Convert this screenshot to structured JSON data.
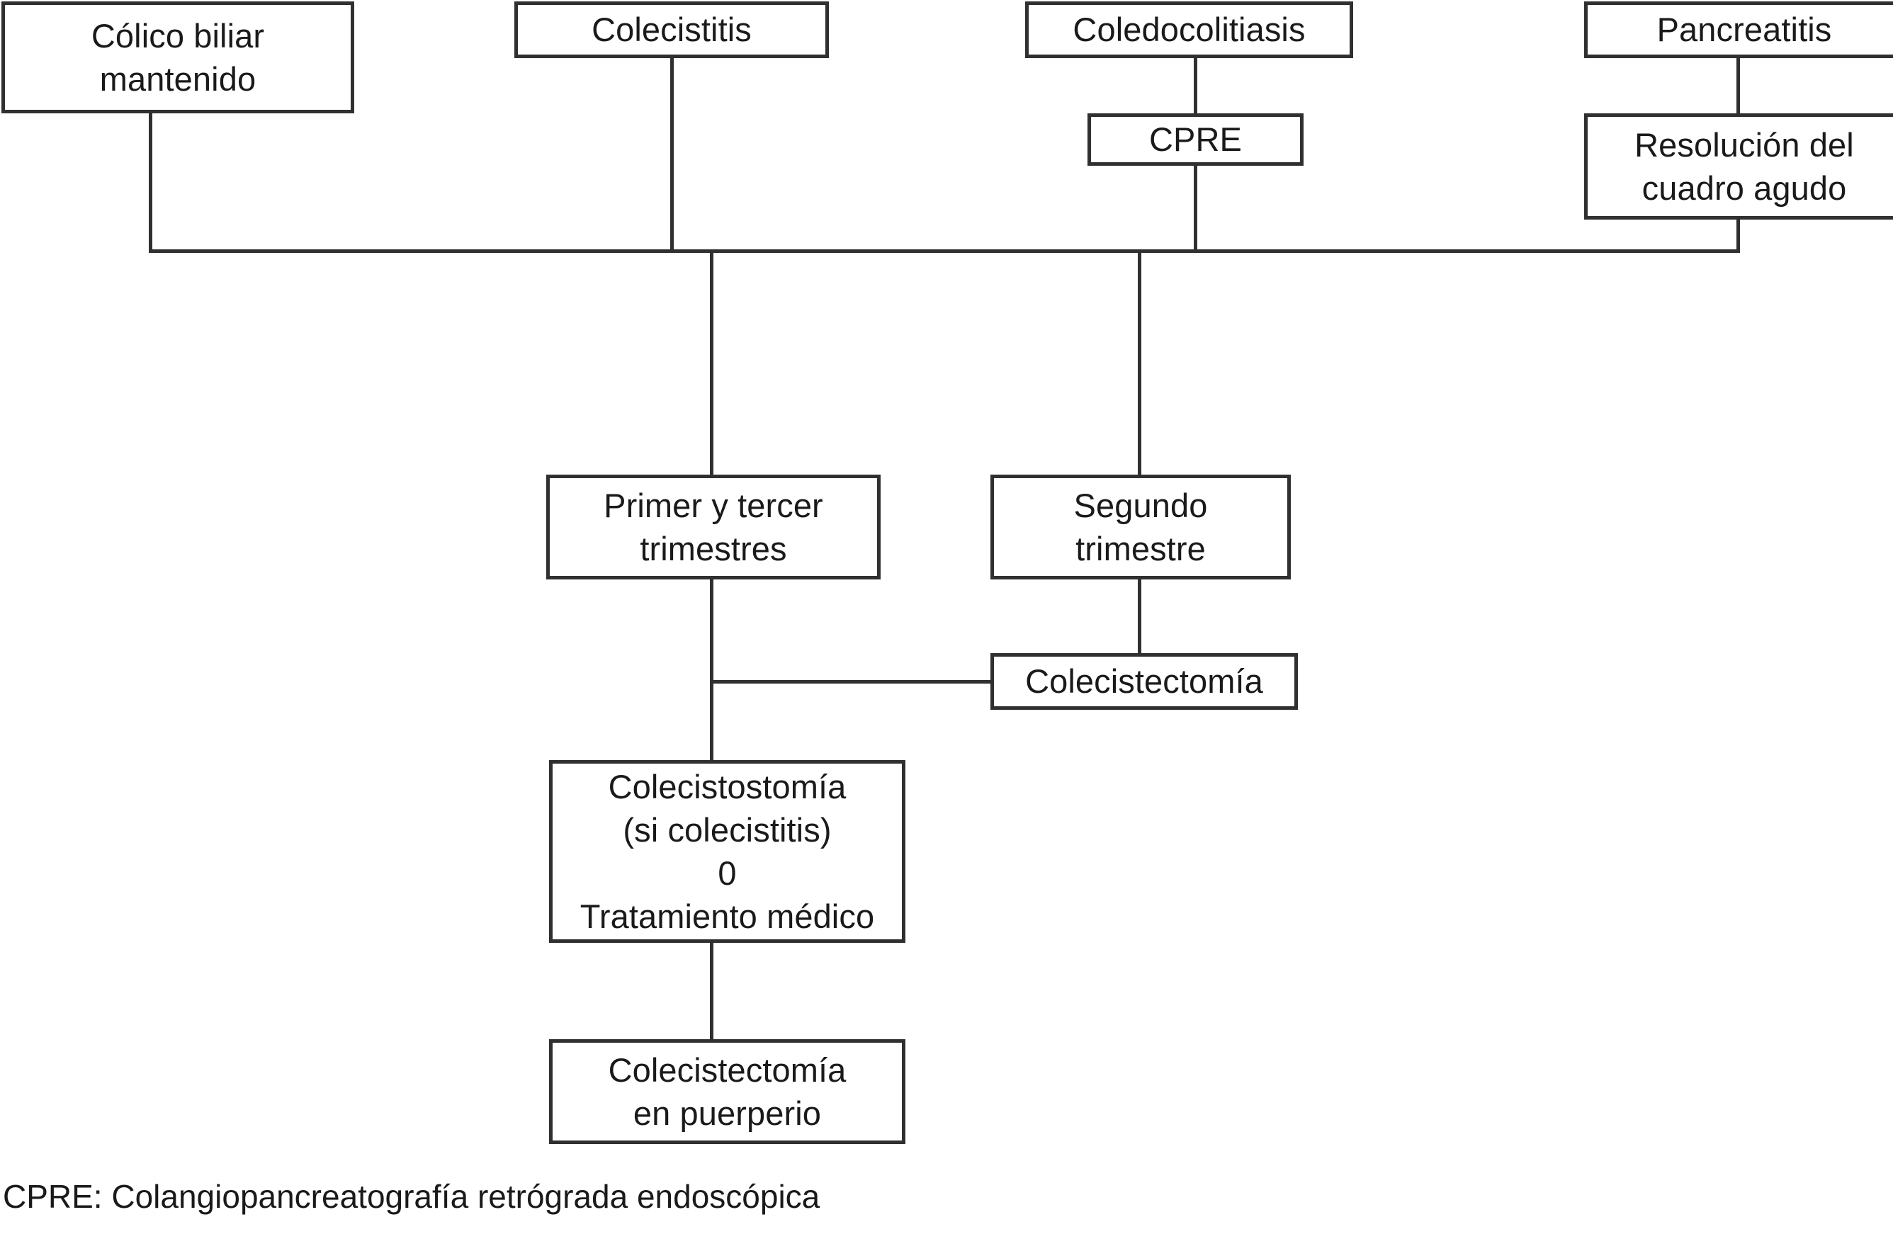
{
  "diagram": {
    "title_visible": false,
    "colors": {
      "line": "#303030",
      "text": "#1a1a1a",
      "background": "#ffffff"
    },
    "nodes": {
      "colico_biliar": "Cólico biliar\nmantenido",
      "colecistitis": "Colecistitis",
      "coledocolitiasis": "Coledocolitiasis",
      "pancreatitis": "Pancreatitis",
      "cpre": "CPRE",
      "resolucion": "Resolución del\ncuadro agudo",
      "primer_tercer": "Primer y tercer\ntrimestres",
      "segundo": "Segundo\ntrimestre",
      "colecistectomia_mid": "Colecistectomía",
      "colecistostomia": "Colecistostomía\n(si colecistitis)\n0\nTratamiento médico",
      "colecistectomia_puerperio": "Colecistectomía\nen puerperio"
    },
    "footnote": "CPRE: Colangiopancreatografía retrógrada endoscópica"
  }
}
